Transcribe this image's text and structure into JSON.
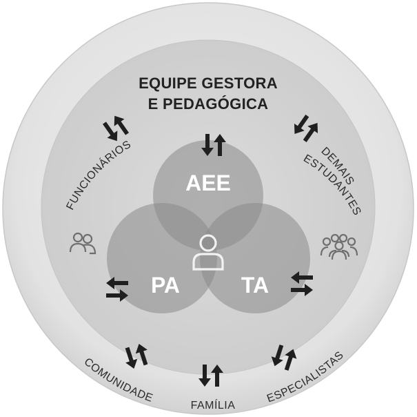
{
  "title": {
    "line1": "EQUIPE GESTORA",
    "line2": "E PEDAGÓGICA"
  },
  "circles": {
    "top": "AEE",
    "left": "PA",
    "right": "TA"
  },
  "ring_labels": {
    "left": "FUNCIONÁRIOS",
    "right_line1": "DEMAIS",
    "right_line2": "ESTUDANTES"
  },
  "outer_labels": {
    "left": "COMUNIDADE",
    "center": "FAMÍLIA",
    "right": "ESPECIALISTAS"
  },
  "icons": {
    "center": "student-person-icon",
    "left_group": "two-people-icon",
    "right_group": "crowd-icon",
    "arrows": "bidirectional-arrows-icon"
  },
  "colors": {
    "outer_ring": "#e4e4e4",
    "inner_disc": "#d6d6d6",
    "venn_circle": "#8f8f8f",
    "arrow": "#1f1f1f"
  }
}
